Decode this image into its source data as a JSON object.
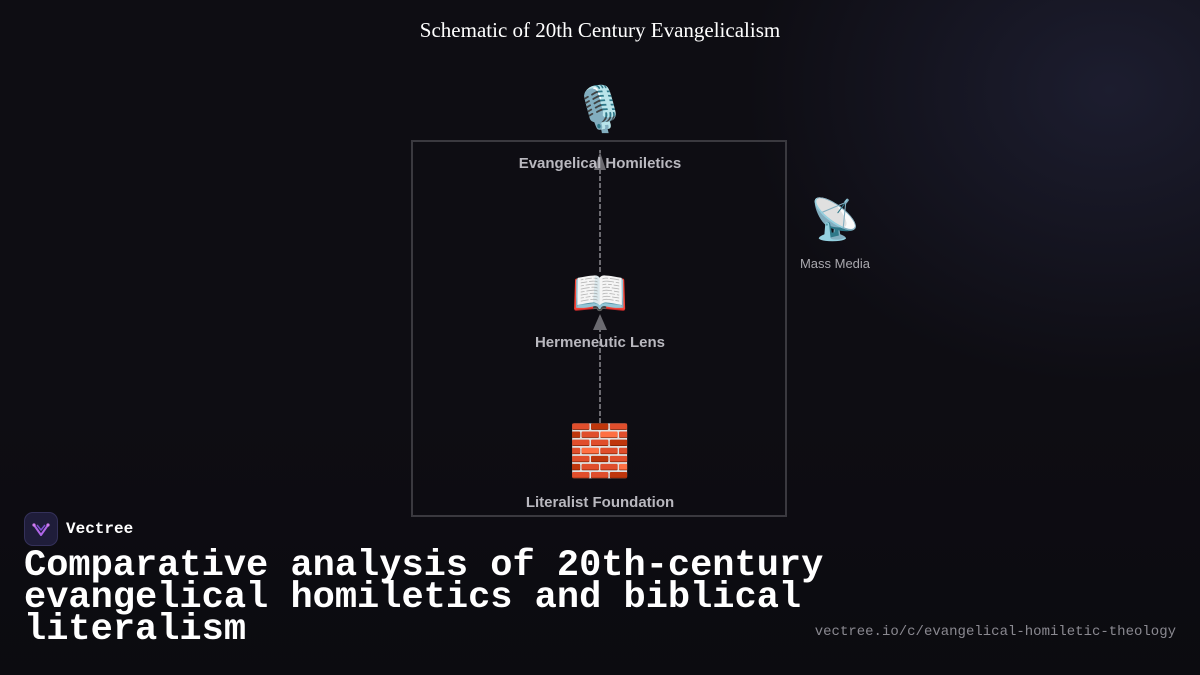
{
  "diagram": {
    "title": "Schematic of 20th Century Evangelicalism",
    "nodes": [
      {
        "id": "homiletics",
        "label": "Evangelical Homiletics",
        "icon": "microphone-icon",
        "glyph": "🎙️"
      },
      {
        "id": "hermeneutic",
        "label": "Hermeneutic Lens",
        "icon": "open-book-icon",
        "glyph": "📖"
      },
      {
        "id": "foundation",
        "label": "Literalist Foundation",
        "icon": "brick-wall-icon",
        "glyph": "🧱"
      },
      {
        "id": "media",
        "label": "Mass Media",
        "icon": "satellite-dish-icon",
        "glyph": "📡"
      }
    ],
    "edges": [
      {
        "from": "foundation",
        "to": "hermeneutic",
        "style": "dashed-arrow"
      },
      {
        "from": "hermeneutic",
        "to": "homiletics",
        "style": "dashed-arrow"
      }
    ],
    "colors": {
      "background": "#0e0d13",
      "frame": "#3a393f",
      "edge": "#6b6a70",
      "label": "#b9b8bf"
    }
  },
  "branding": {
    "name": "Vectree",
    "headline": "Comparative analysis of 20th-century evangelical homiletics and biblical literalism",
    "url": "vectree.io/c/evangelical-homiletic-theology"
  }
}
